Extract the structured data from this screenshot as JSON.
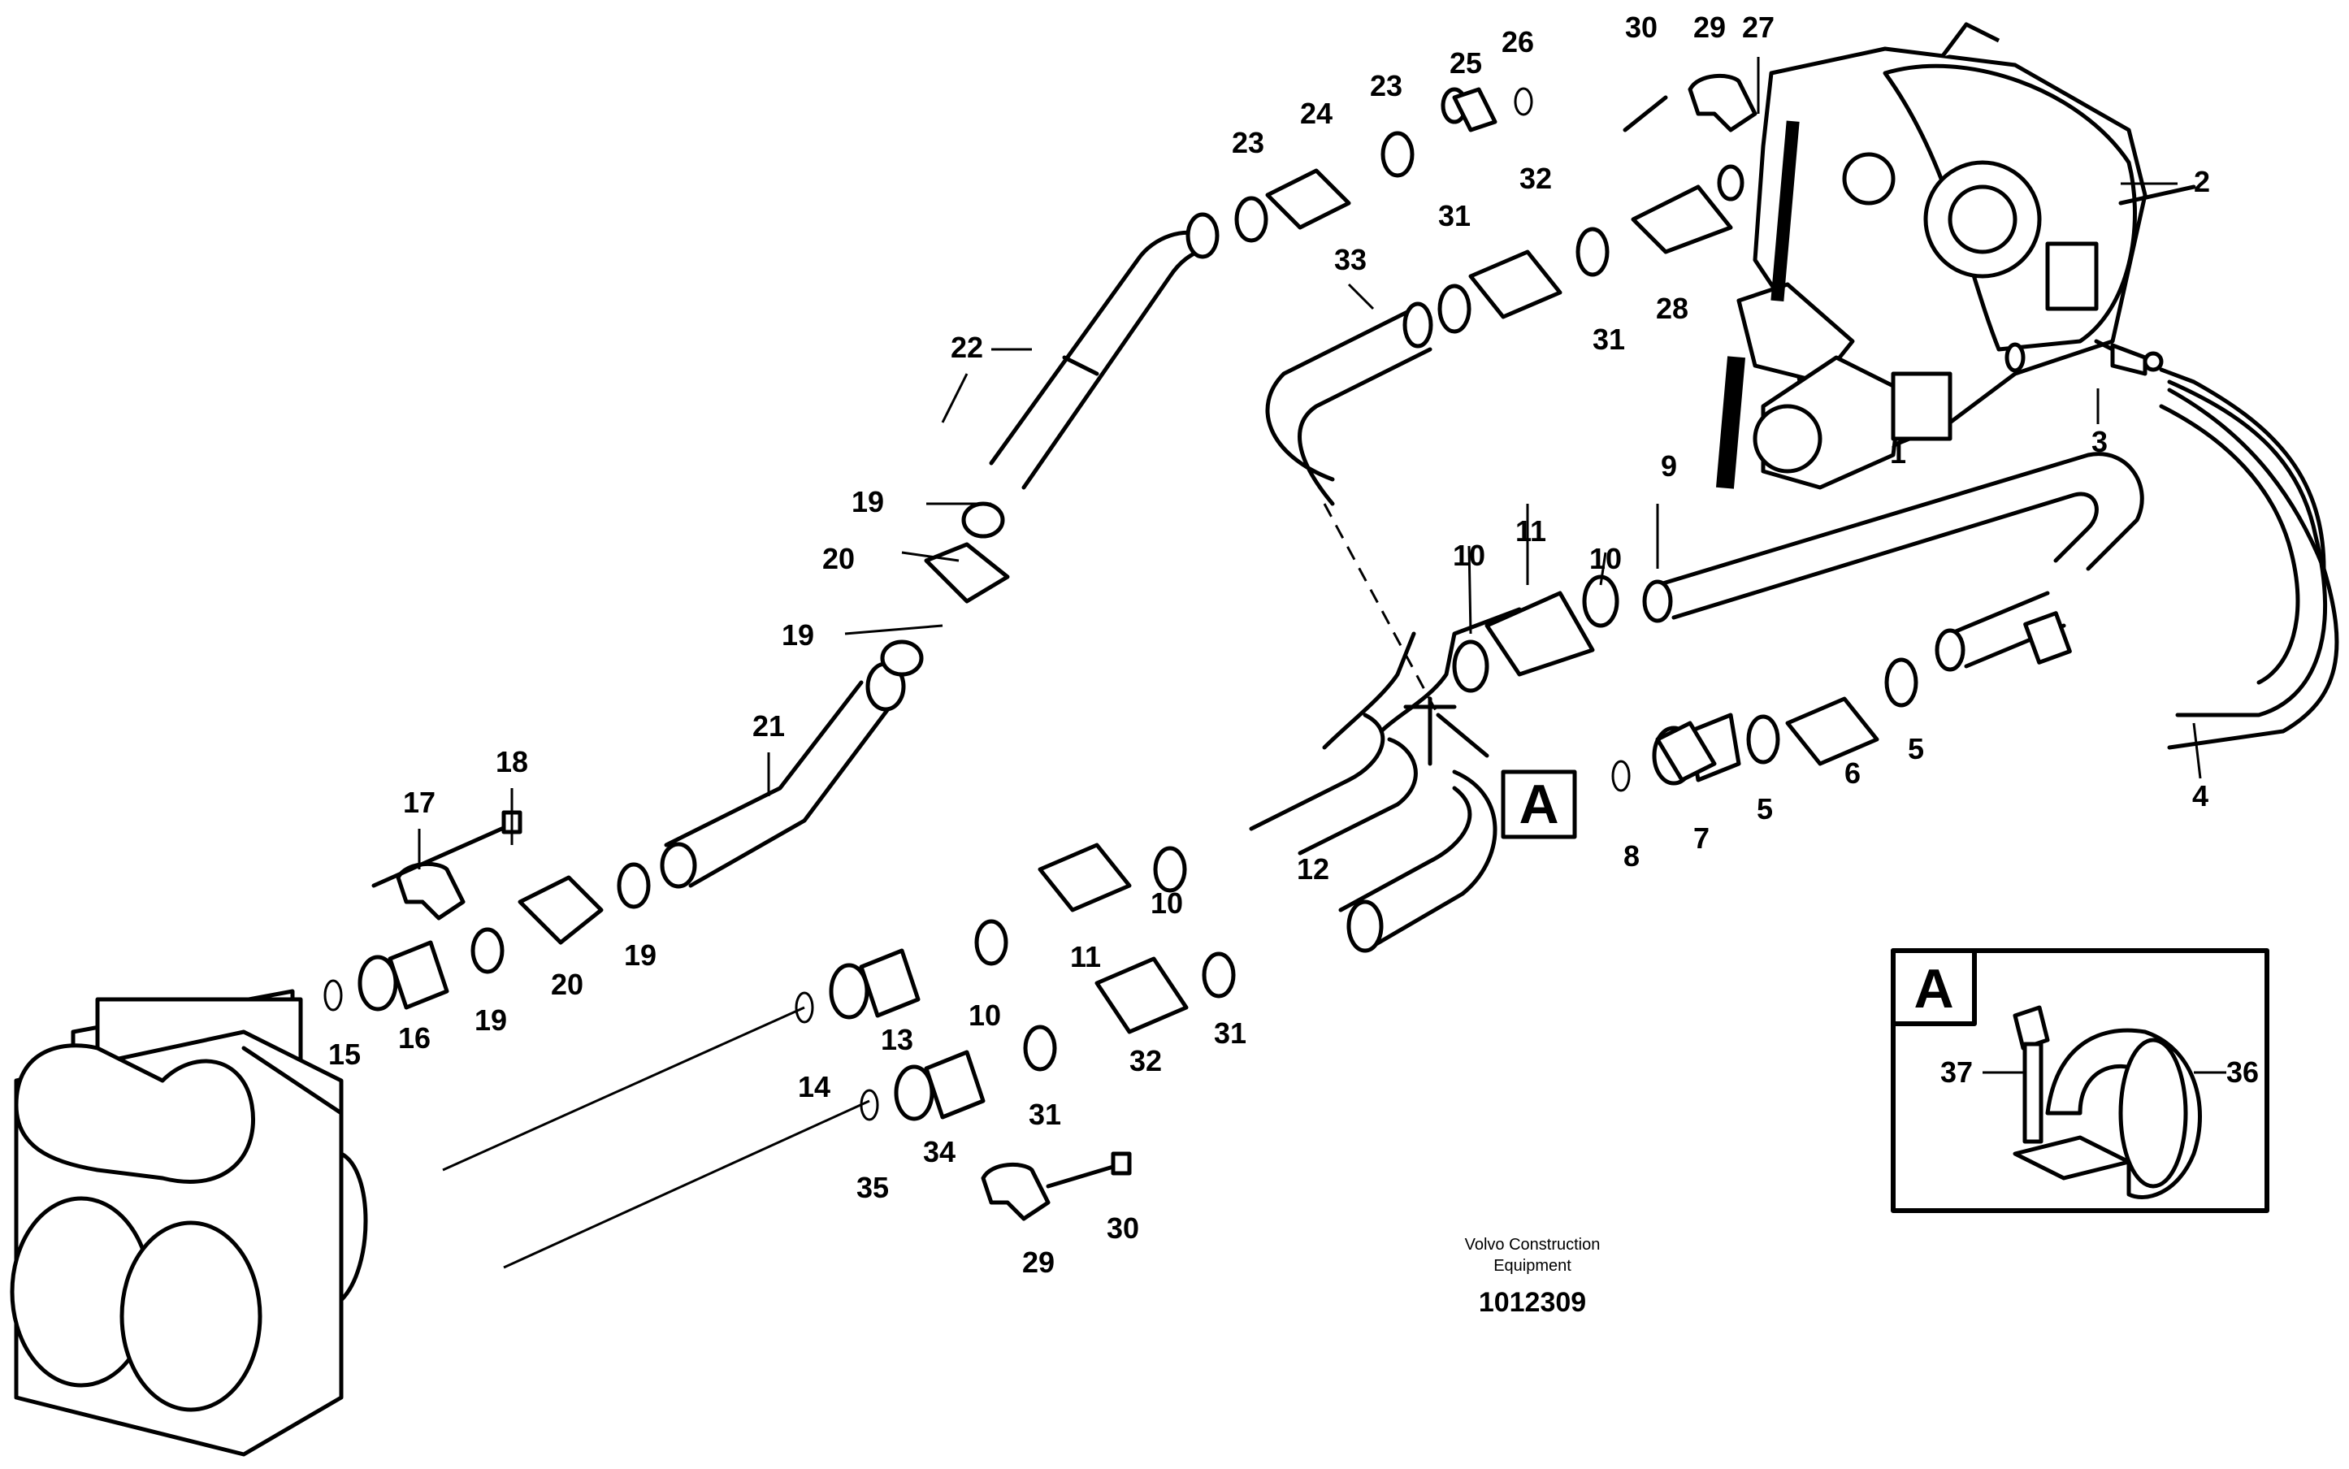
{
  "detail_ref": "A",
  "detail_box": {
    "title": "A",
    "labels": [
      "37",
      "36"
    ]
  },
  "brand": {
    "line1": "Volvo Construction",
    "line2": "Equipment"
  },
  "drawing_number": "1012309",
  "callouts": [
    "1",
    "2",
    "3",
    "4",
    "5",
    "5",
    "6",
    "7",
    "8",
    "9",
    "10",
    "10",
    "10",
    "10",
    "11",
    "11",
    "12",
    "13",
    "14",
    "15",
    "16",
    "17",
    "18",
    "19",
    "19",
    "19",
    "19",
    "20",
    "20",
    "21",
    "22",
    "23",
    "23",
    "24",
    "25",
    "26",
    "27",
    "28",
    "29",
    "29",
    "30",
    "30",
    "31",
    "31",
    "31",
    "31",
    "32",
    "32",
    "33",
    "34",
    "35"
  ]
}
